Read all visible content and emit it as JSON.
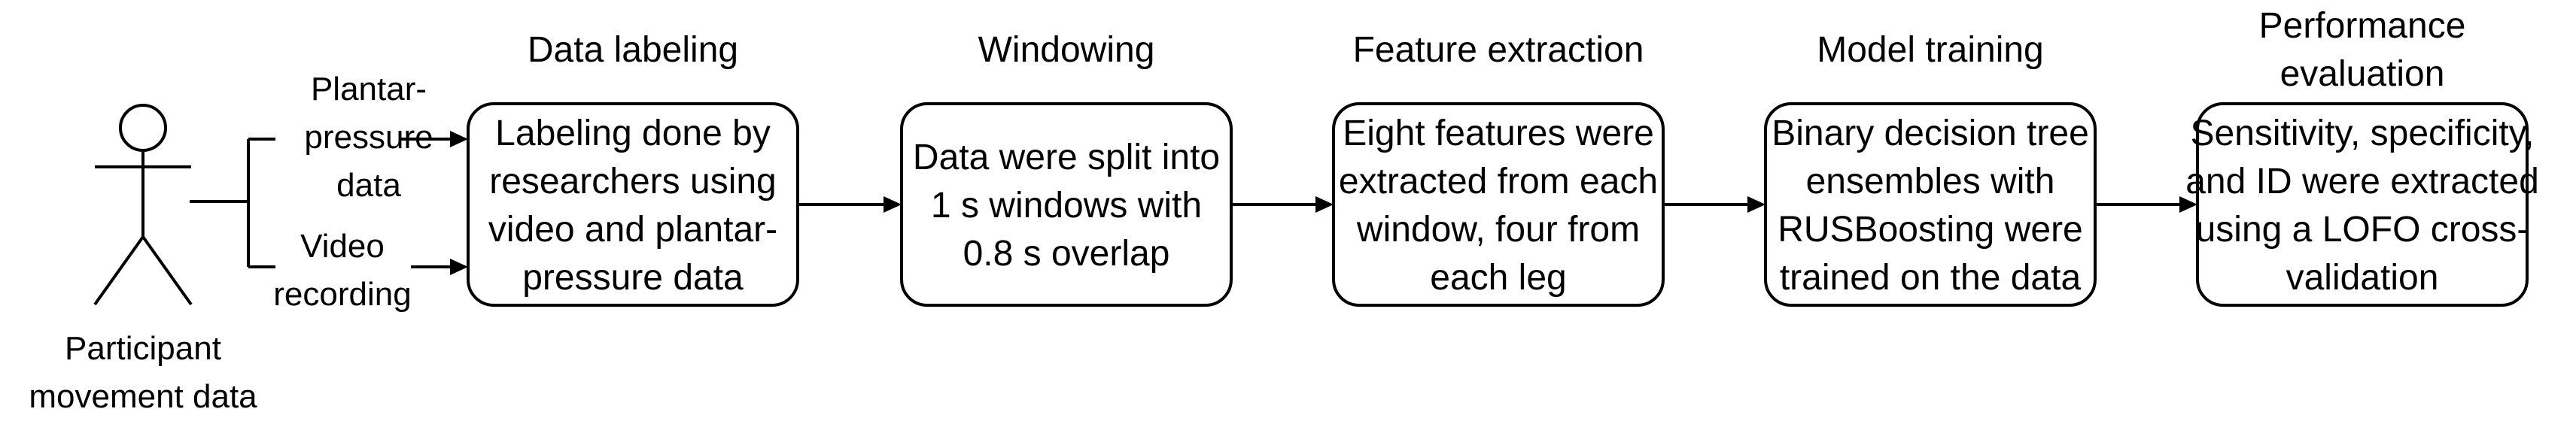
{
  "participant": {
    "label_lines": [
      "Participant",
      "movement data"
    ]
  },
  "inputs": [
    {
      "lines": [
        "Plantar-",
        "pressure",
        "data"
      ]
    },
    {
      "lines": [
        "Video",
        "recording"
      ]
    }
  ],
  "stages": [
    {
      "title_lines": [
        "Data labeling"
      ],
      "box_lines": [
        "Labeling done by",
        "researchers using",
        "video and plantar-",
        "pressure data"
      ]
    },
    {
      "title_lines": [
        "Windowing"
      ],
      "box_lines": [
        "Data were split into",
        "1 s windows with",
        "0.8 s overlap"
      ]
    },
    {
      "title_lines": [
        "Feature extraction"
      ],
      "box_lines": [
        "Eight features were",
        "extracted from each",
        "window, four from",
        "each leg"
      ]
    },
    {
      "title_lines": [
        "Model training"
      ],
      "box_lines": [
        "Binary decision tree",
        "ensembles with",
        "RUSBoosting were",
        "trained on the data"
      ]
    },
    {
      "title_lines": [
        "Performance",
        "evaluation"
      ],
      "box_lines": [
        "Sensitivity, specificity,",
        "and ID were extracted",
        "using a LOFO cross-",
        "validation"
      ]
    }
  ]
}
